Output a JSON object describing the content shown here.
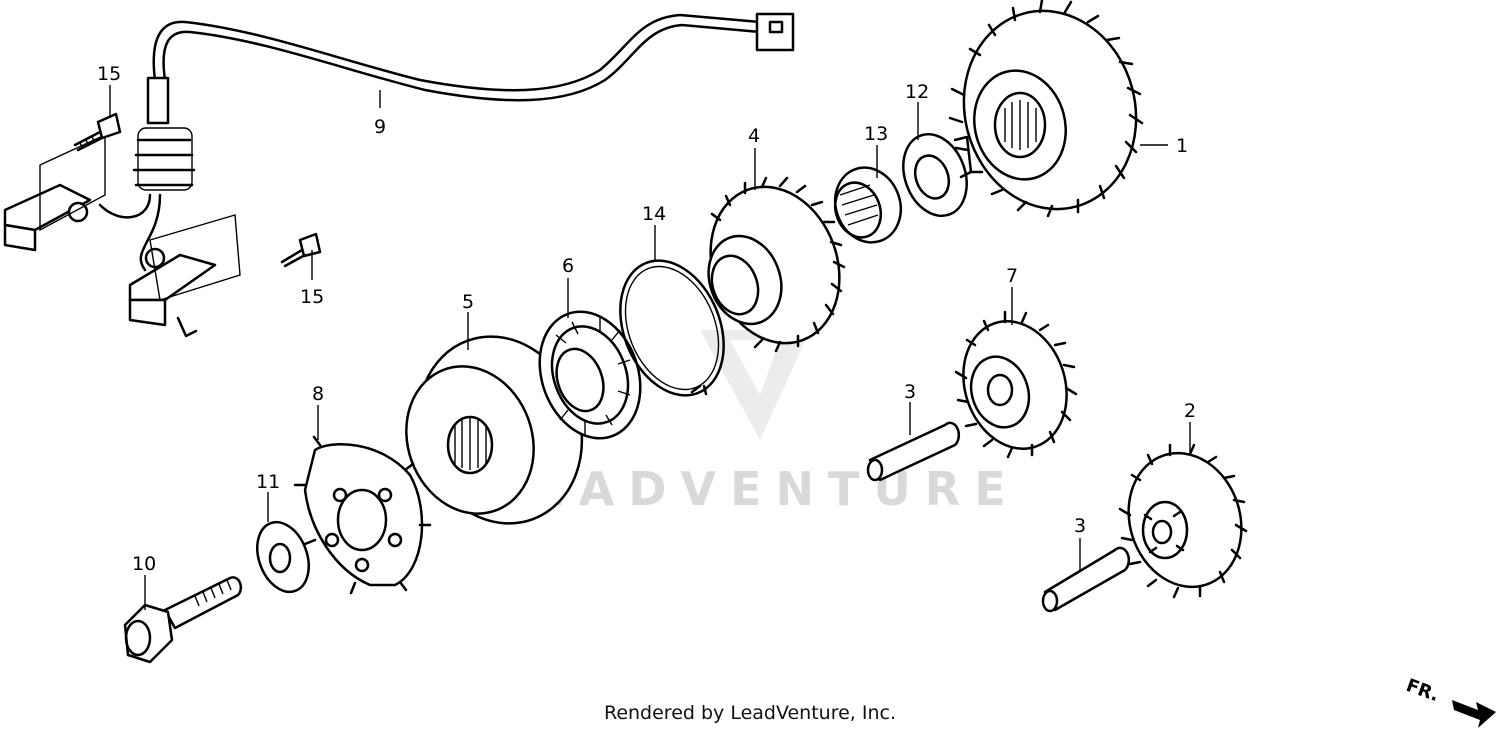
{
  "diagram": {
    "watermark": "LEADVENTURE",
    "footer": "Rendered by LeadVenture, Inc.",
    "front_indicator": "FR.",
    "callouts": [
      "1",
      "2",
      "3",
      "3",
      "4",
      "5",
      "6",
      "7",
      "8",
      "9",
      "10",
      "11",
      "12",
      "13",
      "14",
      "15",
      "15"
    ]
  }
}
